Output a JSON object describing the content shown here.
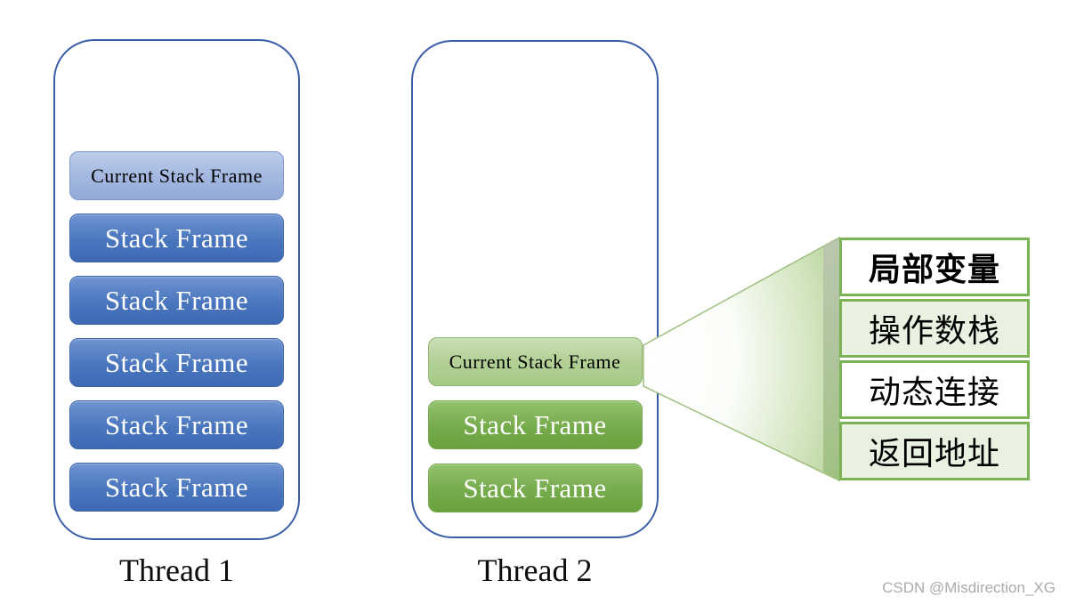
{
  "threads": [
    {
      "label": "Thread 1",
      "current_frame": "Current Stack Frame",
      "frames": [
        "Stack Frame",
        "Stack Frame",
        "Stack Frame",
        "Stack Frame",
        "Stack Frame"
      ]
    },
    {
      "label": "Thread 2",
      "current_frame": "Current Stack Frame",
      "frames": [
        "Stack Frame",
        "Stack Frame"
      ]
    }
  ],
  "frame_table": {
    "rows": [
      {
        "label": "局部变量"
      },
      {
        "label": "操作数栈"
      },
      {
        "label": "动态连接"
      },
      {
        "label": "返回地址"
      }
    ]
  },
  "watermark": "CSDN @Misdirection_XG",
  "colors": {
    "container_border": "#3a5da8",
    "blue_frame": "#4a76be",
    "blue_current_frame": "#a4b8e0",
    "green_frame": "#76ab4c",
    "green_current_frame": "#b3d096",
    "table_border": "#7cb356",
    "table_row_green": "#e9f1e1",
    "cone_green": "#a5c884"
  }
}
